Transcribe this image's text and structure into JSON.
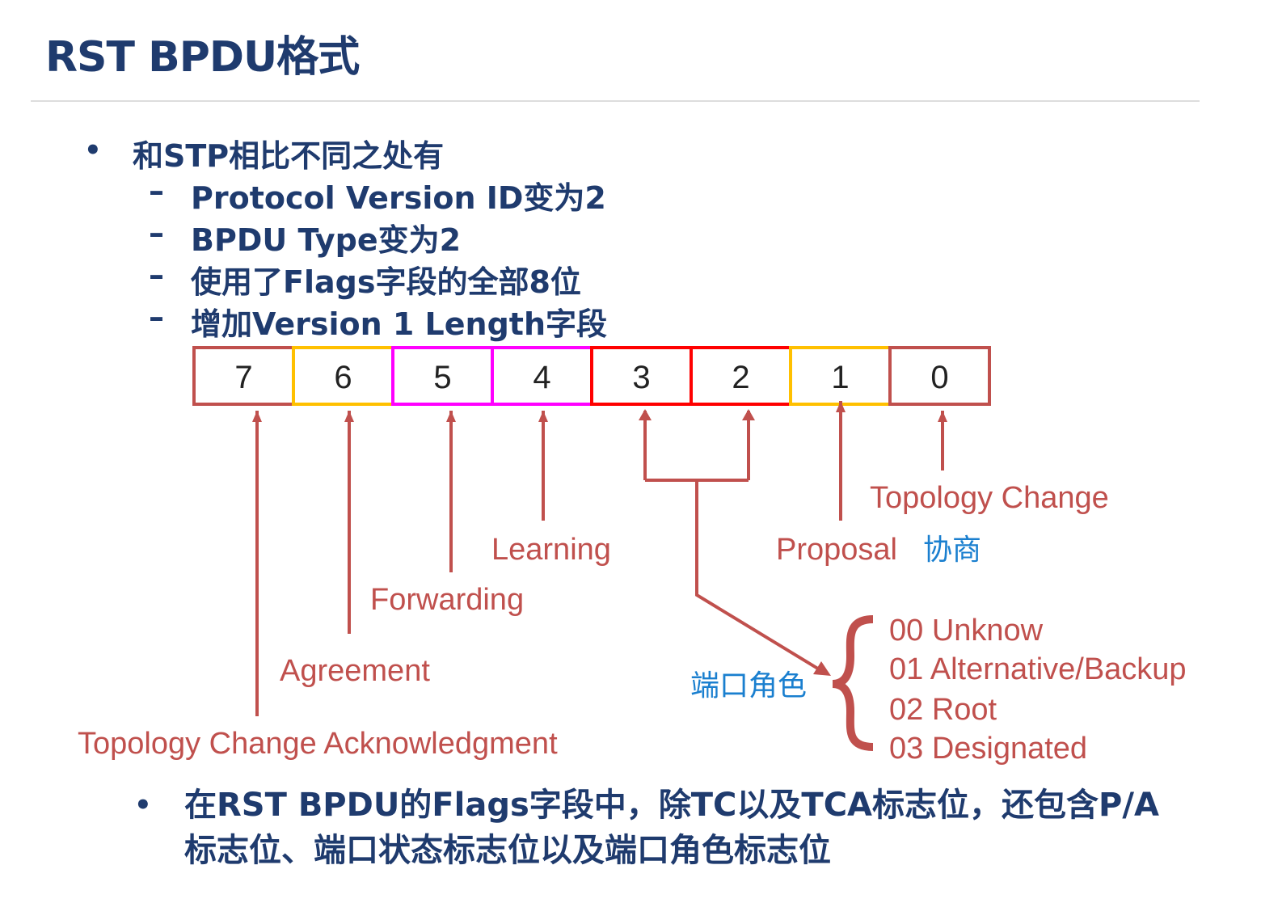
{
  "title": "RST BPDU格式",
  "intro": {
    "heading": "和STP相比不同之处有",
    "items": [
      "Protocol Version ID变为2",
      "BPDU Type变为2",
      "使用了Flags字段的全部8位",
      "增加Version 1 Length字段"
    ]
  },
  "flags_bits": [
    {
      "bit": "7",
      "color": "#c0504d"
    },
    {
      "bit": "6",
      "color": "#ffc000"
    },
    {
      "bit": "5",
      "color": "#ff00ff"
    },
    {
      "bit": "4",
      "color": "#ff00ff"
    },
    {
      "bit": "3",
      "color": "#ff0000"
    },
    {
      "bit": "2",
      "color": "#ff0000"
    },
    {
      "bit": "1",
      "color": "#ffc000"
    },
    {
      "bit": "0",
      "color": "#c0504d"
    }
  ],
  "labels": {
    "bit7": "Topology Change Acknowledgment",
    "bit6": "Agreement",
    "bit5": "Forwarding",
    "bit4": "Learning",
    "bit1": "Proposal",
    "bit1_cn": "协商",
    "bit0": "Topology Change",
    "port_role": "端口角色"
  },
  "port_roles": [
    "00 Unknow",
    "01 Alternative/Backup",
    "02 Root",
    "03 Designated"
  ],
  "summary": "在RST BPDU的Flags字段中，除TC以及TCA标志位，还包含P/A标志位、端口状态标志位以及端口角色标志位",
  "colors": {
    "heading": "#1f3b6e",
    "label": "#c0504d",
    "accent_blue": "#1a7fcf"
  }
}
